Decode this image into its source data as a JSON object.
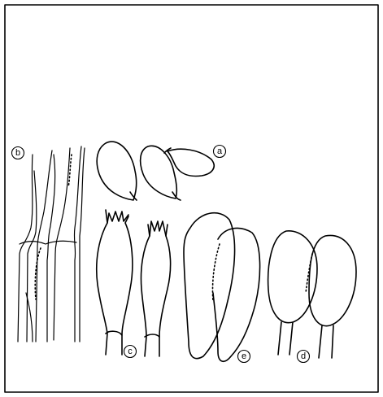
{
  "figure": {
    "border_color": "#000000",
    "ink_color": "#000000",
    "background": "#ffffff"
  },
  "labels": {
    "a": "a",
    "b": "b",
    "c": "c",
    "d": "d",
    "e": "e"
  }
}
